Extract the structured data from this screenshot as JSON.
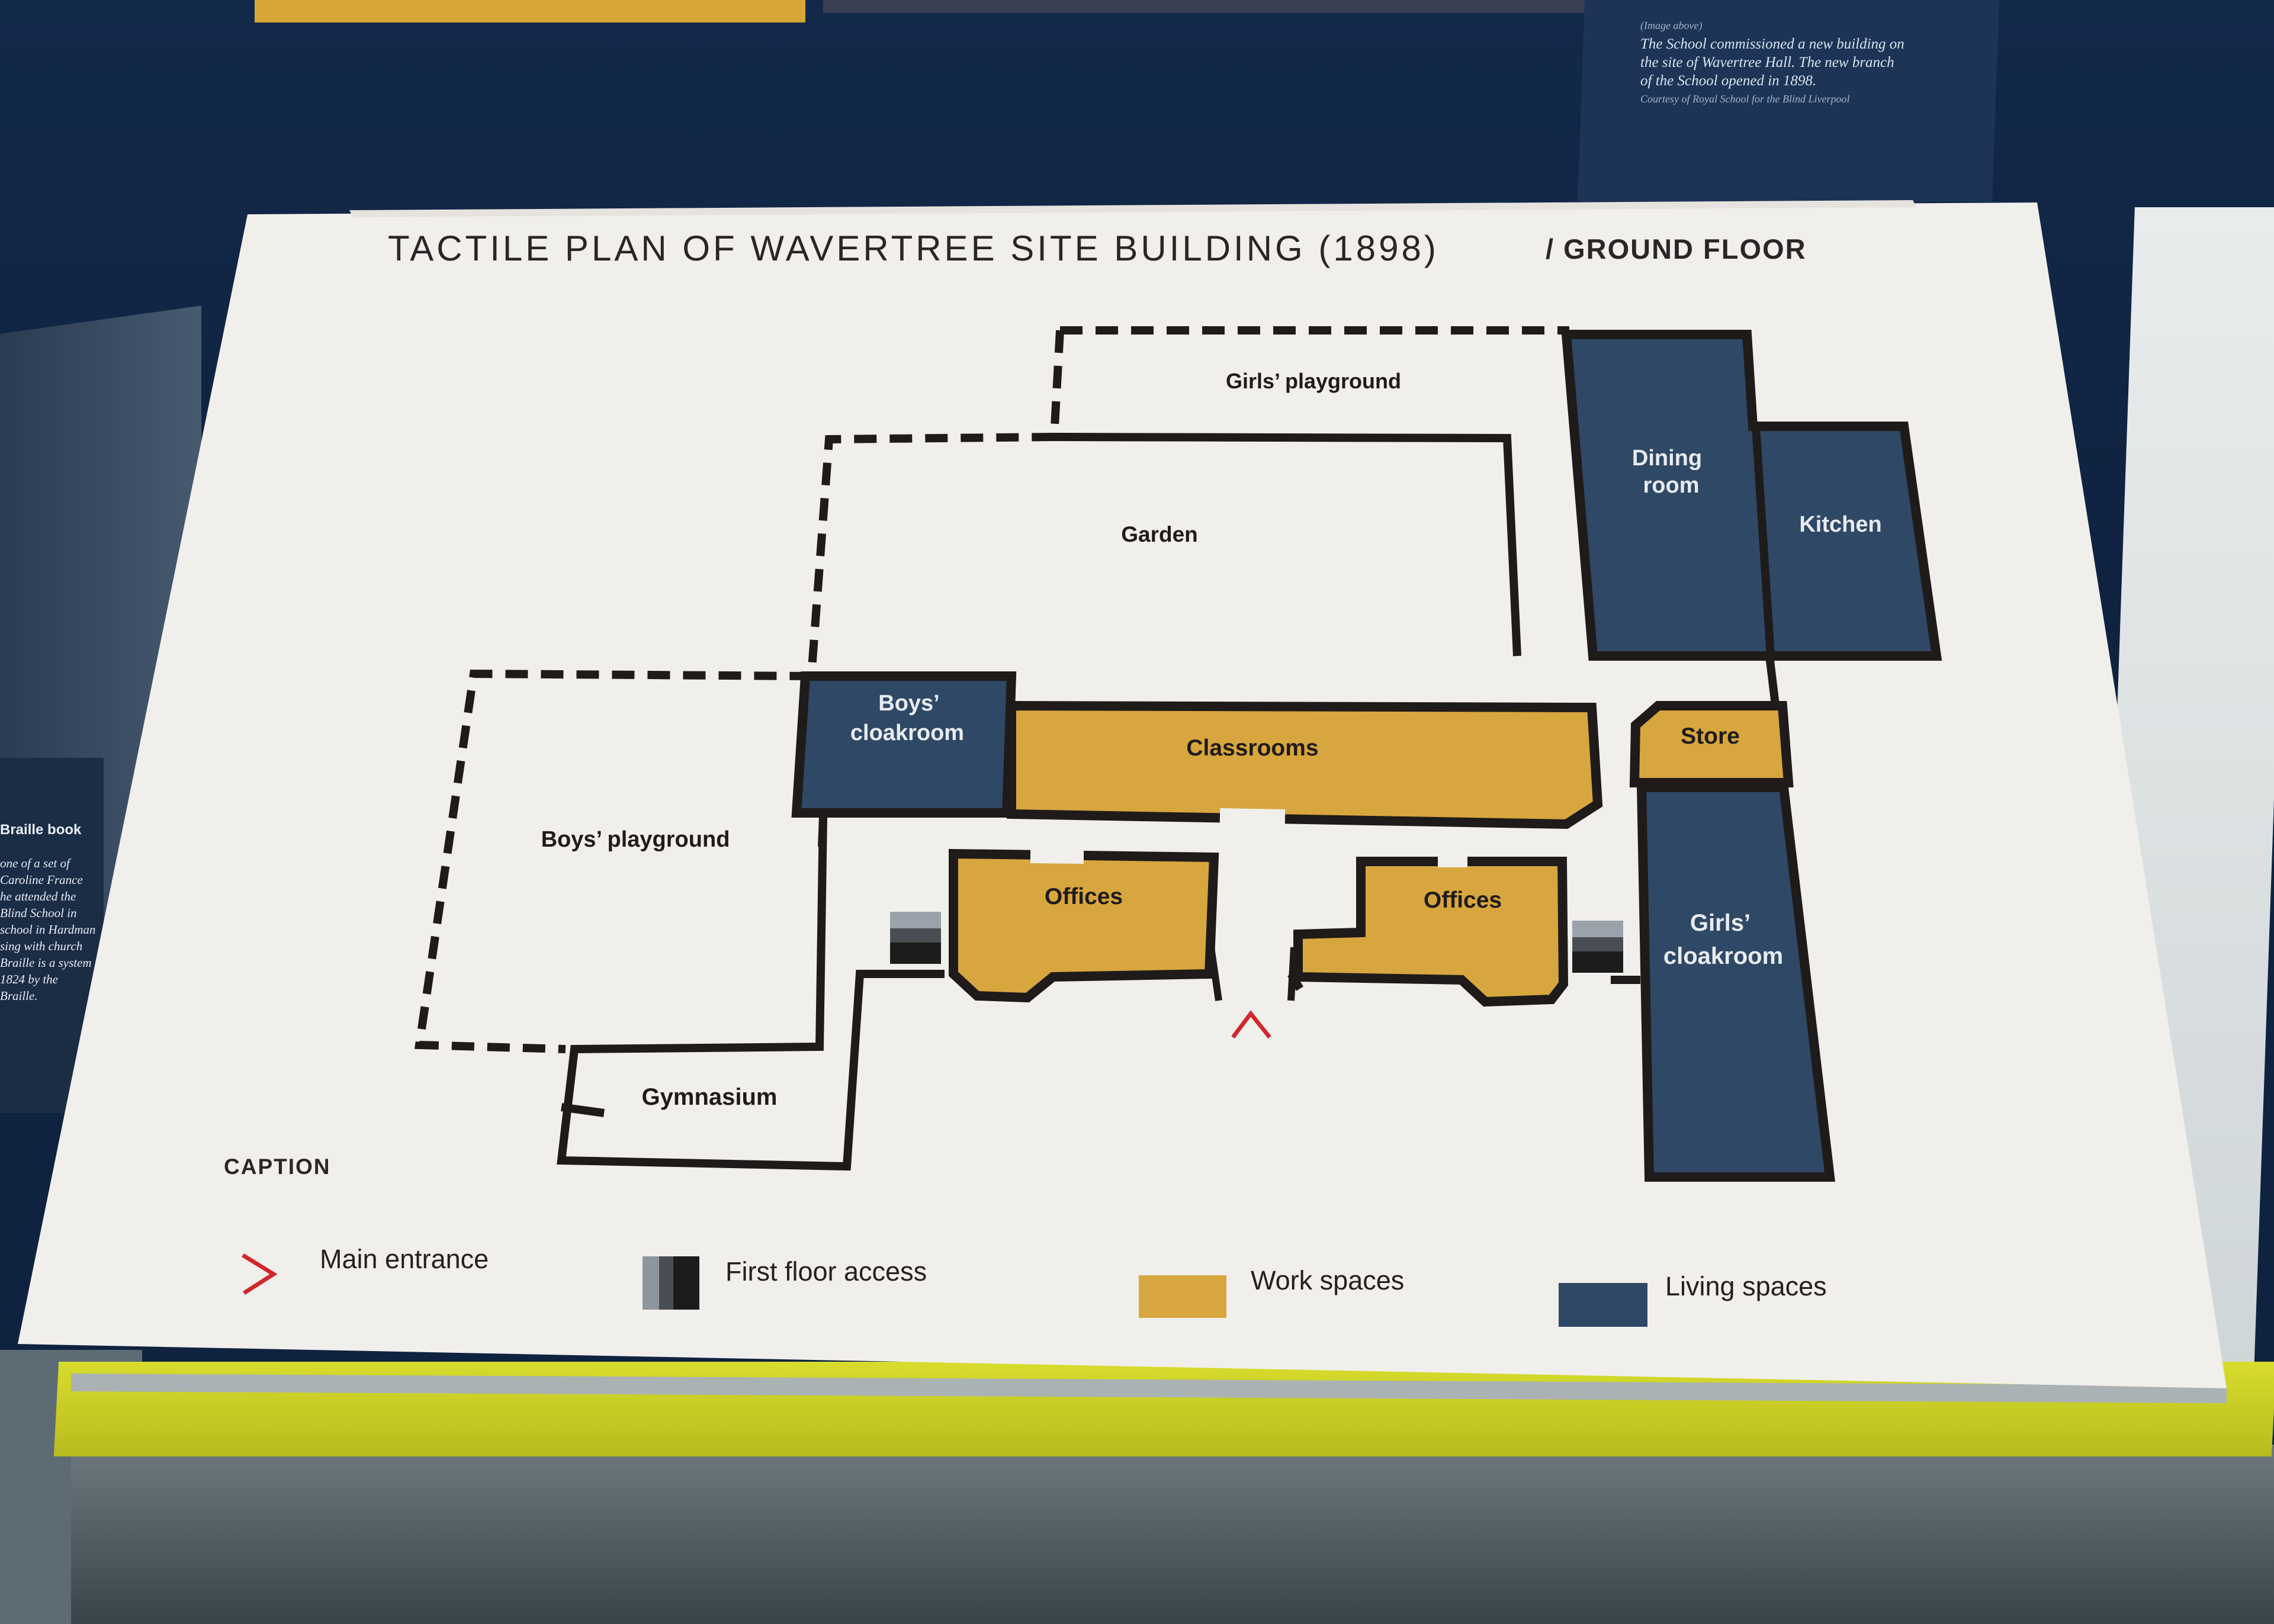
{
  "exhibit_note": {
    "lines": [
      "(Image above)",
      "The School commissioned a new building on",
      "the site of Wavertree Hall. The new branch",
      "of the School opened in 1898."
    ],
    "credit": "Courtesy of Royal School for the Blind Liverpool"
  },
  "side_card": {
    "heading": "Braille book",
    "text": "one of a set of\nCaroline France\nhe attended the\nBlind School in\nschool in Hardman\nsing with church\nBraille is a system\n1824 by the\nBraille."
  },
  "plan": {
    "title": "TACTILE PLAN OF WAVERTREE SITE BUILDING (1898)",
    "subtitle": "/ GROUND FLOOR",
    "rooms": {
      "girls_playground": "Girls’ playground",
      "garden": "Garden",
      "dining_room_1": "Dining",
      "dining_room_2": "room",
      "kitchen": "Kitchen",
      "boys_cloakroom_1": "Boys’",
      "boys_cloakroom_2": "cloakroom",
      "classrooms": "Classrooms",
      "store": "Store",
      "boys_playground": "Boys’ playground",
      "offices_left": "Offices",
      "offices_right": "Offices",
      "girls_cloakroom_1": "Girls’",
      "girls_cloakroom_2": "cloakroom",
      "gymnasium": "Gymnasium"
    },
    "caption": "CAPTION",
    "legend": {
      "main_entrance": "Main entrance",
      "first_floor_access": "First floor access",
      "work_spaces": "Work spaces",
      "living_spaces": "Living spaces"
    },
    "colors": {
      "work": "#d8a63e",
      "living": "#2f4866",
      "wall": "#1f1b1a",
      "entrance": "#d0282c",
      "board": "#f1efec"
    }
  }
}
